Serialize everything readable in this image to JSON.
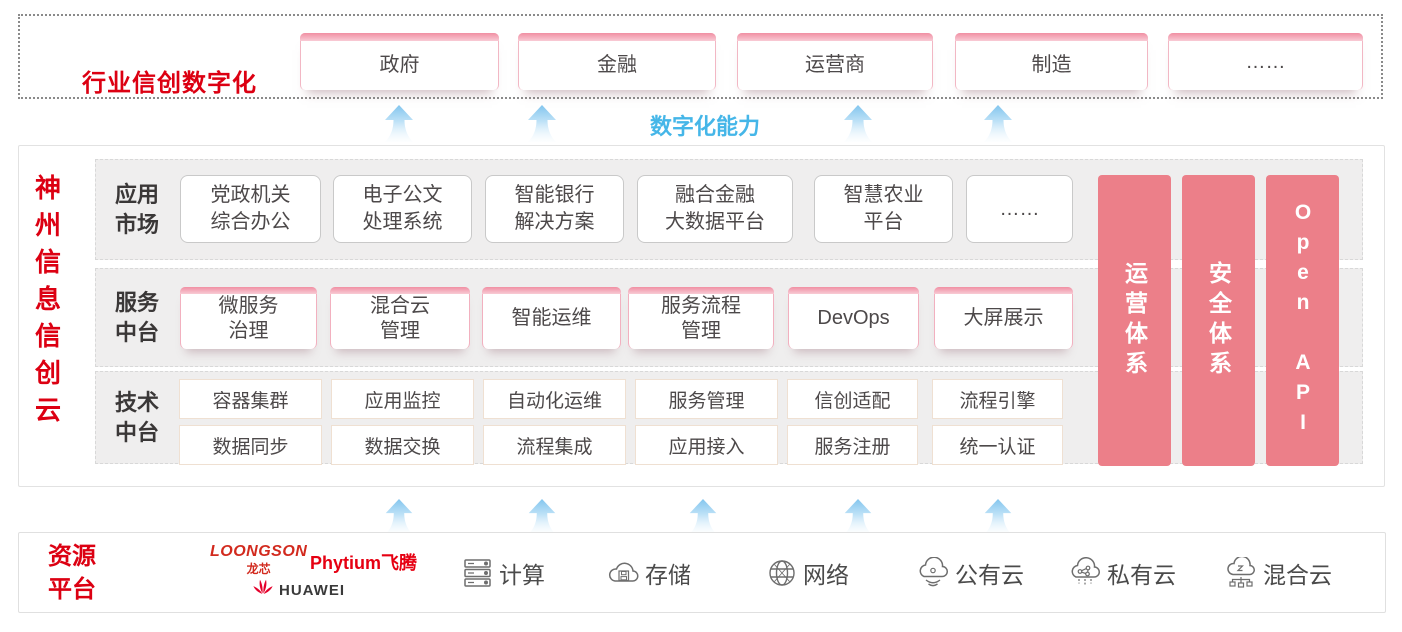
{
  "top": {
    "title": "行业信创数字化",
    "industries": [
      "政府",
      "金融",
      "运营商",
      "制造",
      "……"
    ]
  },
  "capability": {
    "label": "数字化能力"
  },
  "main": {
    "vertical_title": "神州信息信创云",
    "rows": [
      {
        "label": "应用\n市场",
        "items": [
          "党政机关\n综合办公",
          "电子公文\n处理系统",
          "智能银行\n解决方案",
          "融合金融\n大数据平台",
          "智慧农业\n平台",
          "……"
        ]
      },
      {
        "label": "服务\n中台",
        "items": [
          "微服务\n治理",
          "混合云\n管理",
          "智能运维",
          "服务流程\n管理",
          "DevOps",
          "大屏展示"
        ]
      },
      {
        "label": "技术\n中台",
        "grid": [
          [
            "容器集群",
            "应用监控",
            "自动化运维",
            "服务管理",
            "信创适配",
            "流程引擎"
          ],
          [
            "数据同步",
            "数据交换",
            "流程集成",
            "应用接入",
            "服务注册",
            "统一认证"
          ]
        ]
      }
    ],
    "pillars": [
      "运营体系",
      "安全体系",
      "Open API"
    ]
  },
  "bottom": {
    "title": "资源\n平台",
    "vendors": [
      {
        "name": "LOONGSON",
        "sub": "龙芯"
      },
      {
        "name": "Phytium",
        "sub": "飞腾"
      },
      {
        "name": "HUAWEI"
      }
    ],
    "resources": [
      {
        "icon": "compute-server-icon",
        "label": "计算"
      },
      {
        "icon": "storage-cloud-icon",
        "label": "存储"
      },
      {
        "icon": "network-globe-icon",
        "label": "网络"
      },
      {
        "icon": "public-cloud-icon",
        "label": "公有云"
      },
      {
        "icon": "private-cloud-icon",
        "label": "私有云"
      },
      {
        "icon": "hybrid-cloud-icon",
        "label": "混合云"
      }
    ]
  },
  "colors": {
    "brand_red": "#dc0012",
    "pillar_pink": "#ec7f89",
    "box_top_pink": "#f08fa3",
    "capability_blue": "#45b6e8",
    "huawei_red": "#e4002b"
  }
}
